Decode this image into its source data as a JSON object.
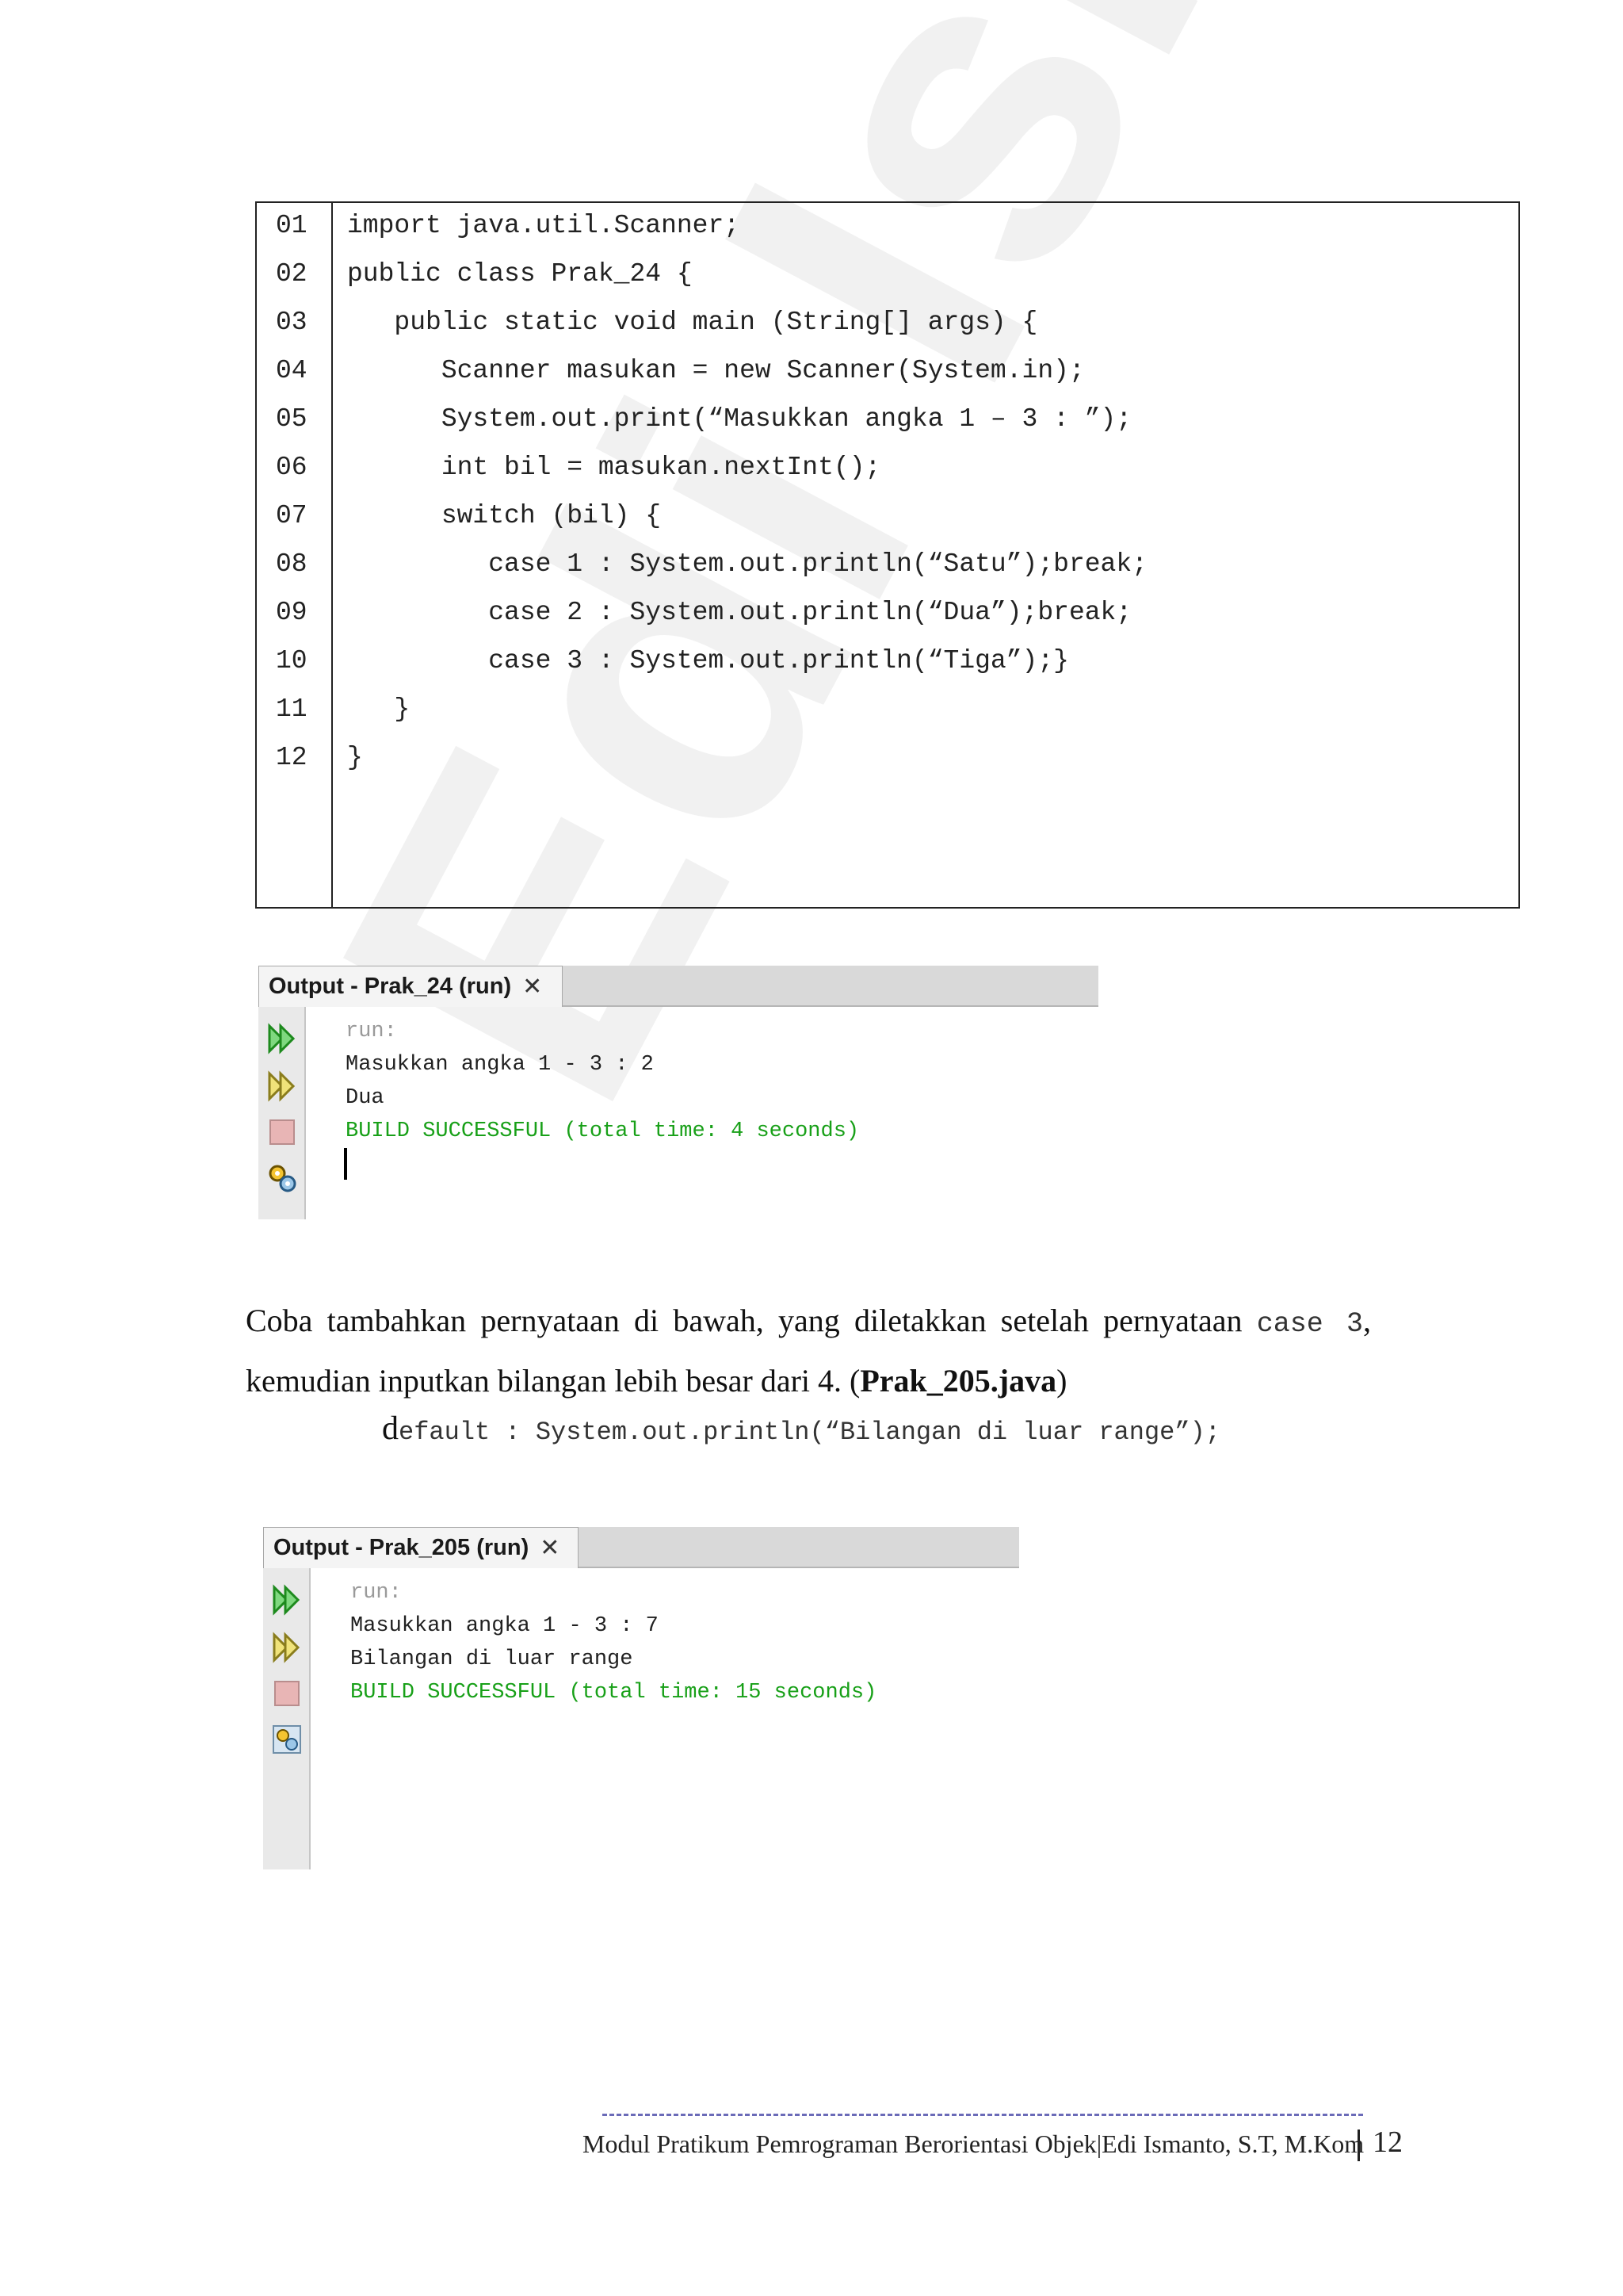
{
  "watermark": "Edi Ismanto",
  "code": {
    "line_numbers": [
      "01",
      "02",
      "03",
      "04",
      "05",
      "06",
      "07",
      "08",
      "09",
      "10",
      "11",
      "12"
    ],
    "lines": [
      "import java.util.Scanner;",
      "public class Prak_24 {",
      "   public static void main (String[] args) {",
      "      Scanner masukan = new Scanner(System.in);",
      "      System.out.print(“Masukkan angka 1 – 3 : ”);",
      "      int bil = masukan.nextInt();",
      "      switch (bil) {",
      "         case 1 : System.out.println(“Satu”);break;",
      "         case 2 : System.out.println(“Dua”);break;",
      "         case 3 : System.out.println(“Tiga”);}",
      "   }",
      "}"
    ]
  },
  "output1": {
    "tab_title": "Output - Prak_24 (run)",
    "close": "✕",
    "lines": [
      {
        "text": "run:",
        "color": "gray"
      },
      {
        "text": "Masukkan angka 1 - 3 : 2",
        "color": "black"
      },
      {
        "text": "Dua",
        "color": "black"
      },
      {
        "text": "BUILD SUCCESSFUL (total time: 4 seconds)",
        "color": "green"
      }
    ]
  },
  "paragraph": {
    "text1": "Coba tambahkan pernyataan di bawah, yang diletakkan setelah pernyataan ",
    "code1": "case 3",
    "text2": ", kemudian inputkan bilangan lebih besar dari 4. (",
    "bold": "Prak_205.java",
    "text3": ")"
  },
  "default_statement": {
    "first": "d",
    "rest": "efault : System.out.println(“Bilangan di luar range”);"
  },
  "output2": {
    "tab_title": "Output - Prak_205 (run)",
    "close": "✕",
    "lines": [
      {
        "text": "run:",
        "color": "gray"
      },
      {
        "text": "Masukkan angka 1 - 3 : 7",
        "color": "black"
      },
      {
        "text": "Bilangan di luar range",
        "color": "black"
      },
      {
        "text": "BUILD SUCCESSFUL (total time: 15 seconds)",
        "color": "green"
      }
    ]
  },
  "footer": {
    "text": "Modul Pratikum Pemrograman Berorientasi Objek|Edi Ismanto, S.T, M.Kom",
    "page": "12"
  },
  "colors": {
    "build_success": "#18a018",
    "run_gray": "#9a9a9a",
    "footer_dash": "#6b6bb8"
  },
  "icons": [
    "rerun-icon",
    "rerun-with-input-icon",
    "stop-icon",
    "settings-icon"
  ]
}
